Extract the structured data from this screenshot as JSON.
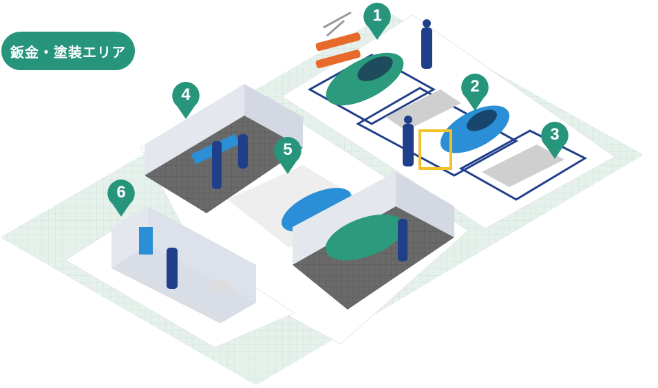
{
  "area_label": "鈑金・塗装エリア",
  "colors": {
    "accent": "#27957c",
    "floor": "#6b6b6b",
    "wall": "#e4e7ee",
    "car_green": "#2c9a7c",
    "car_blue": "#2a8fd6",
    "grid": "#dfeee7"
  },
  "pins": [
    {
      "label": "1",
      "icon": "map-pin-icon"
    },
    {
      "label": "2",
      "icon": "map-pin-icon"
    },
    {
      "label": "3",
      "icon": "map-pin-icon"
    },
    {
      "label": "4",
      "icon": "map-pin-icon"
    },
    {
      "label": "5",
      "icon": "map-pin-icon"
    },
    {
      "label": "6",
      "icon": "map-pin-icon"
    }
  ]
}
